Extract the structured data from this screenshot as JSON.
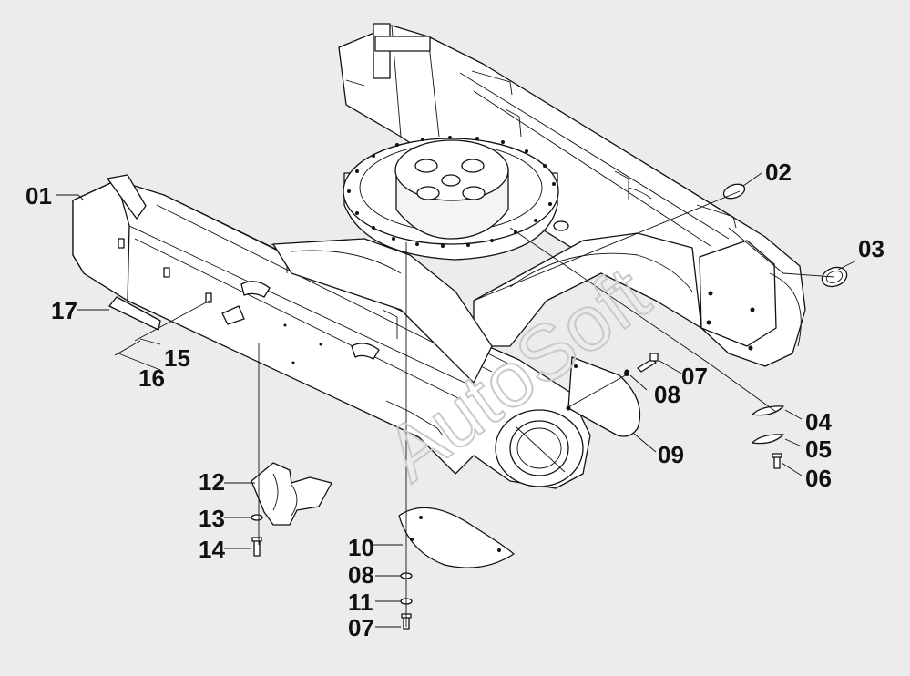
{
  "diagram": {
    "callouts": [
      {
        "id": "c01",
        "label": "01"
      },
      {
        "id": "c02",
        "label": "02"
      },
      {
        "id": "c03",
        "label": "03"
      },
      {
        "id": "c04",
        "label": "04"
      },
      {
        "id": "c05",
        "label": "05"
      },
      {
        "id": "c06",
        "label": "06"
      },
      {
        "id": "c07a",
        "label": "07"
      },
      {
        "id": "c08a",
        "label": "08"
      },
      {
        "id": "c09",
        "label": "09"
      },
      {
        "id": "c10",
        "label": "10"
      },
      {
        "id": "c08b",
        "label": "08"
      },
      {
        "id": "c11",
        "label": "11"
      },
      {
        "id": "c07b",
        "label": "07"
      },
      {
        "id": "c12",
        "label": "12"
      },
      {
        "id": "c13",
        "label": "13"
      },
      {
        "id": "c14",
        "label": "14"
      },
      {
        "id": "c15",
        "label": "15"
      },
      {
        "id": "c16",
        "label": "16"
      },
      {
        "id": "c17",
        "label": "17"
      }
    ],
    "watermark": "AutoSoft"
  }
}
